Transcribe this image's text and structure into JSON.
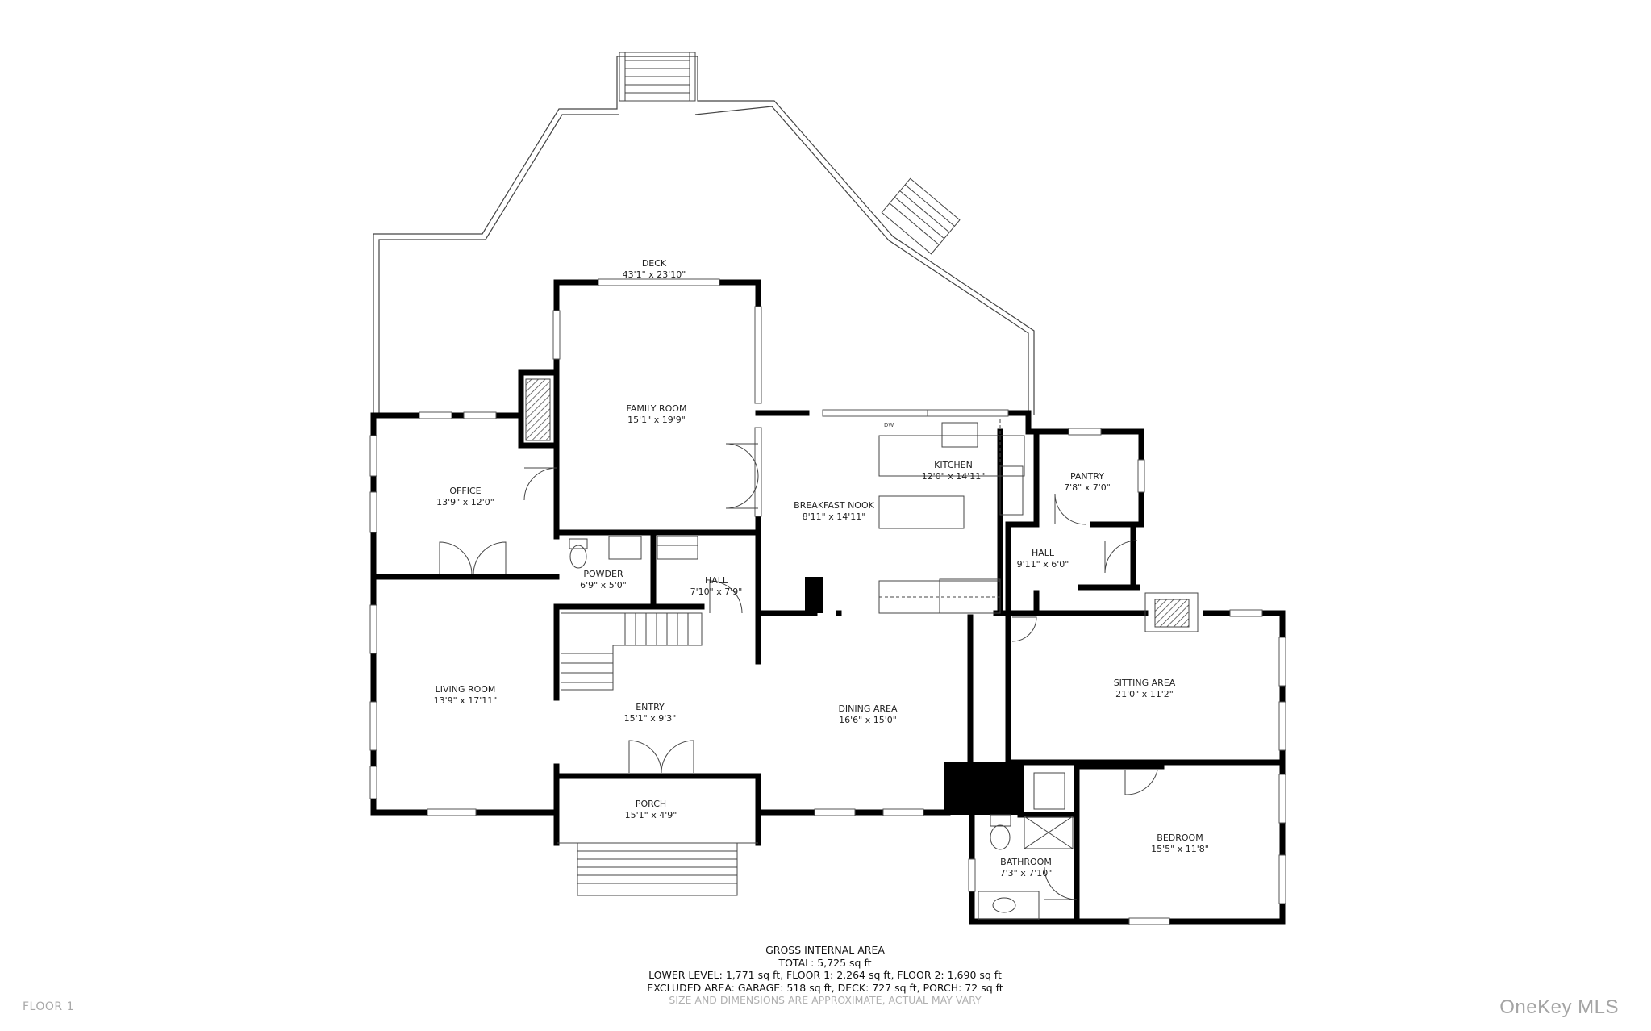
{
  "rooms": {
    "deck": {
      "name": "DECK",
      "dims": "43'1\" x 23'10\""
    },
    "family_room": {
      "name": "FAMILY ROOM",
      "dims": "15'1\" x 19'9\""
    },
    "office": {
      "name": "OFFICE",
      "dims": "13'9\" x 12'0\""
    },
    "powder": {
      "name": "POWDER",
      "dims": "6'9\" x 5'0\""
    },
    "hall_1": {
      "name": "HALL",
      "dims": "7'10\" x 7'9\""
    },
    "breakfast_nook": {
      "name": "BREAKFAST NOOK",
      "dims": "8'11\" x 14'11\""
    },
    "kitchen": {
      "name": "KITCHEN",
      "dims": "12'0\" x 14'11\""
    },
    "pantry": {
      "name": "PANTRY",
      "dims": "7'8\" x 7'0\""
    },
    "hall_2": {
      "name": "HALL",
      "dims": "9'11\" x 6'0\""
    },
    "living_room": {
      "name": "LIVING ROOM",
      "dims": "13'9\" x 17'11\""
    },
    "entry": {
      "name": "ENTRY",
      "dims": "15'1\" x 9'3\""
    },
    "dining_area": {
      "name": "DINING AREA",
      "dims": "16'6\" x 15'0\""
    },
    "sitting_area": {
      "name": "SITTING AREA",
      "dims": "21'0\" x 11'2\""
    },
    "porch": {
      "name": "PORCH",
      "dims": "15'1\" x 4'9\""
    },
    "bathroom": {
      "name": "BATHROOM",
      "dims": "7'3\" x 7'10\""
    },
    "bedroom": {
      "name": "BEDROOM",
      "dims": "15'5\" x 11'8\""
    }
  },
  "fixture_labels": {
    "dishwasher": "DW"
  },
  "footer": {
    "title": "GROSS INTERNAL AREA",
    "total": "TOTAL: 5,725 sq ft",
    "levels": "LOWER LEVEL: 1,771 sq ft, FLOOR 1: 2,264 sq ft, FLOOR 2: 1,690 sq ft",
    "excluded": "EXCLUDED AREA: GARAGE: 518 sq ft, DECK: 727 sq ft, PORCH: 72 sq ft",
    "disclaimer": "SIZE AND DIMENSIONS ARE APPROXIMATE, ACTUAL MAY VARY"
  },
  "floor_label": "FLOOR 1",
  "brand": "OneKey MLS",
  "colors": {
    "wall": "#000000",
    "outline": "#333333",
    "text": "#222222",
    "muted": "#a8a8a8"
  }
}
